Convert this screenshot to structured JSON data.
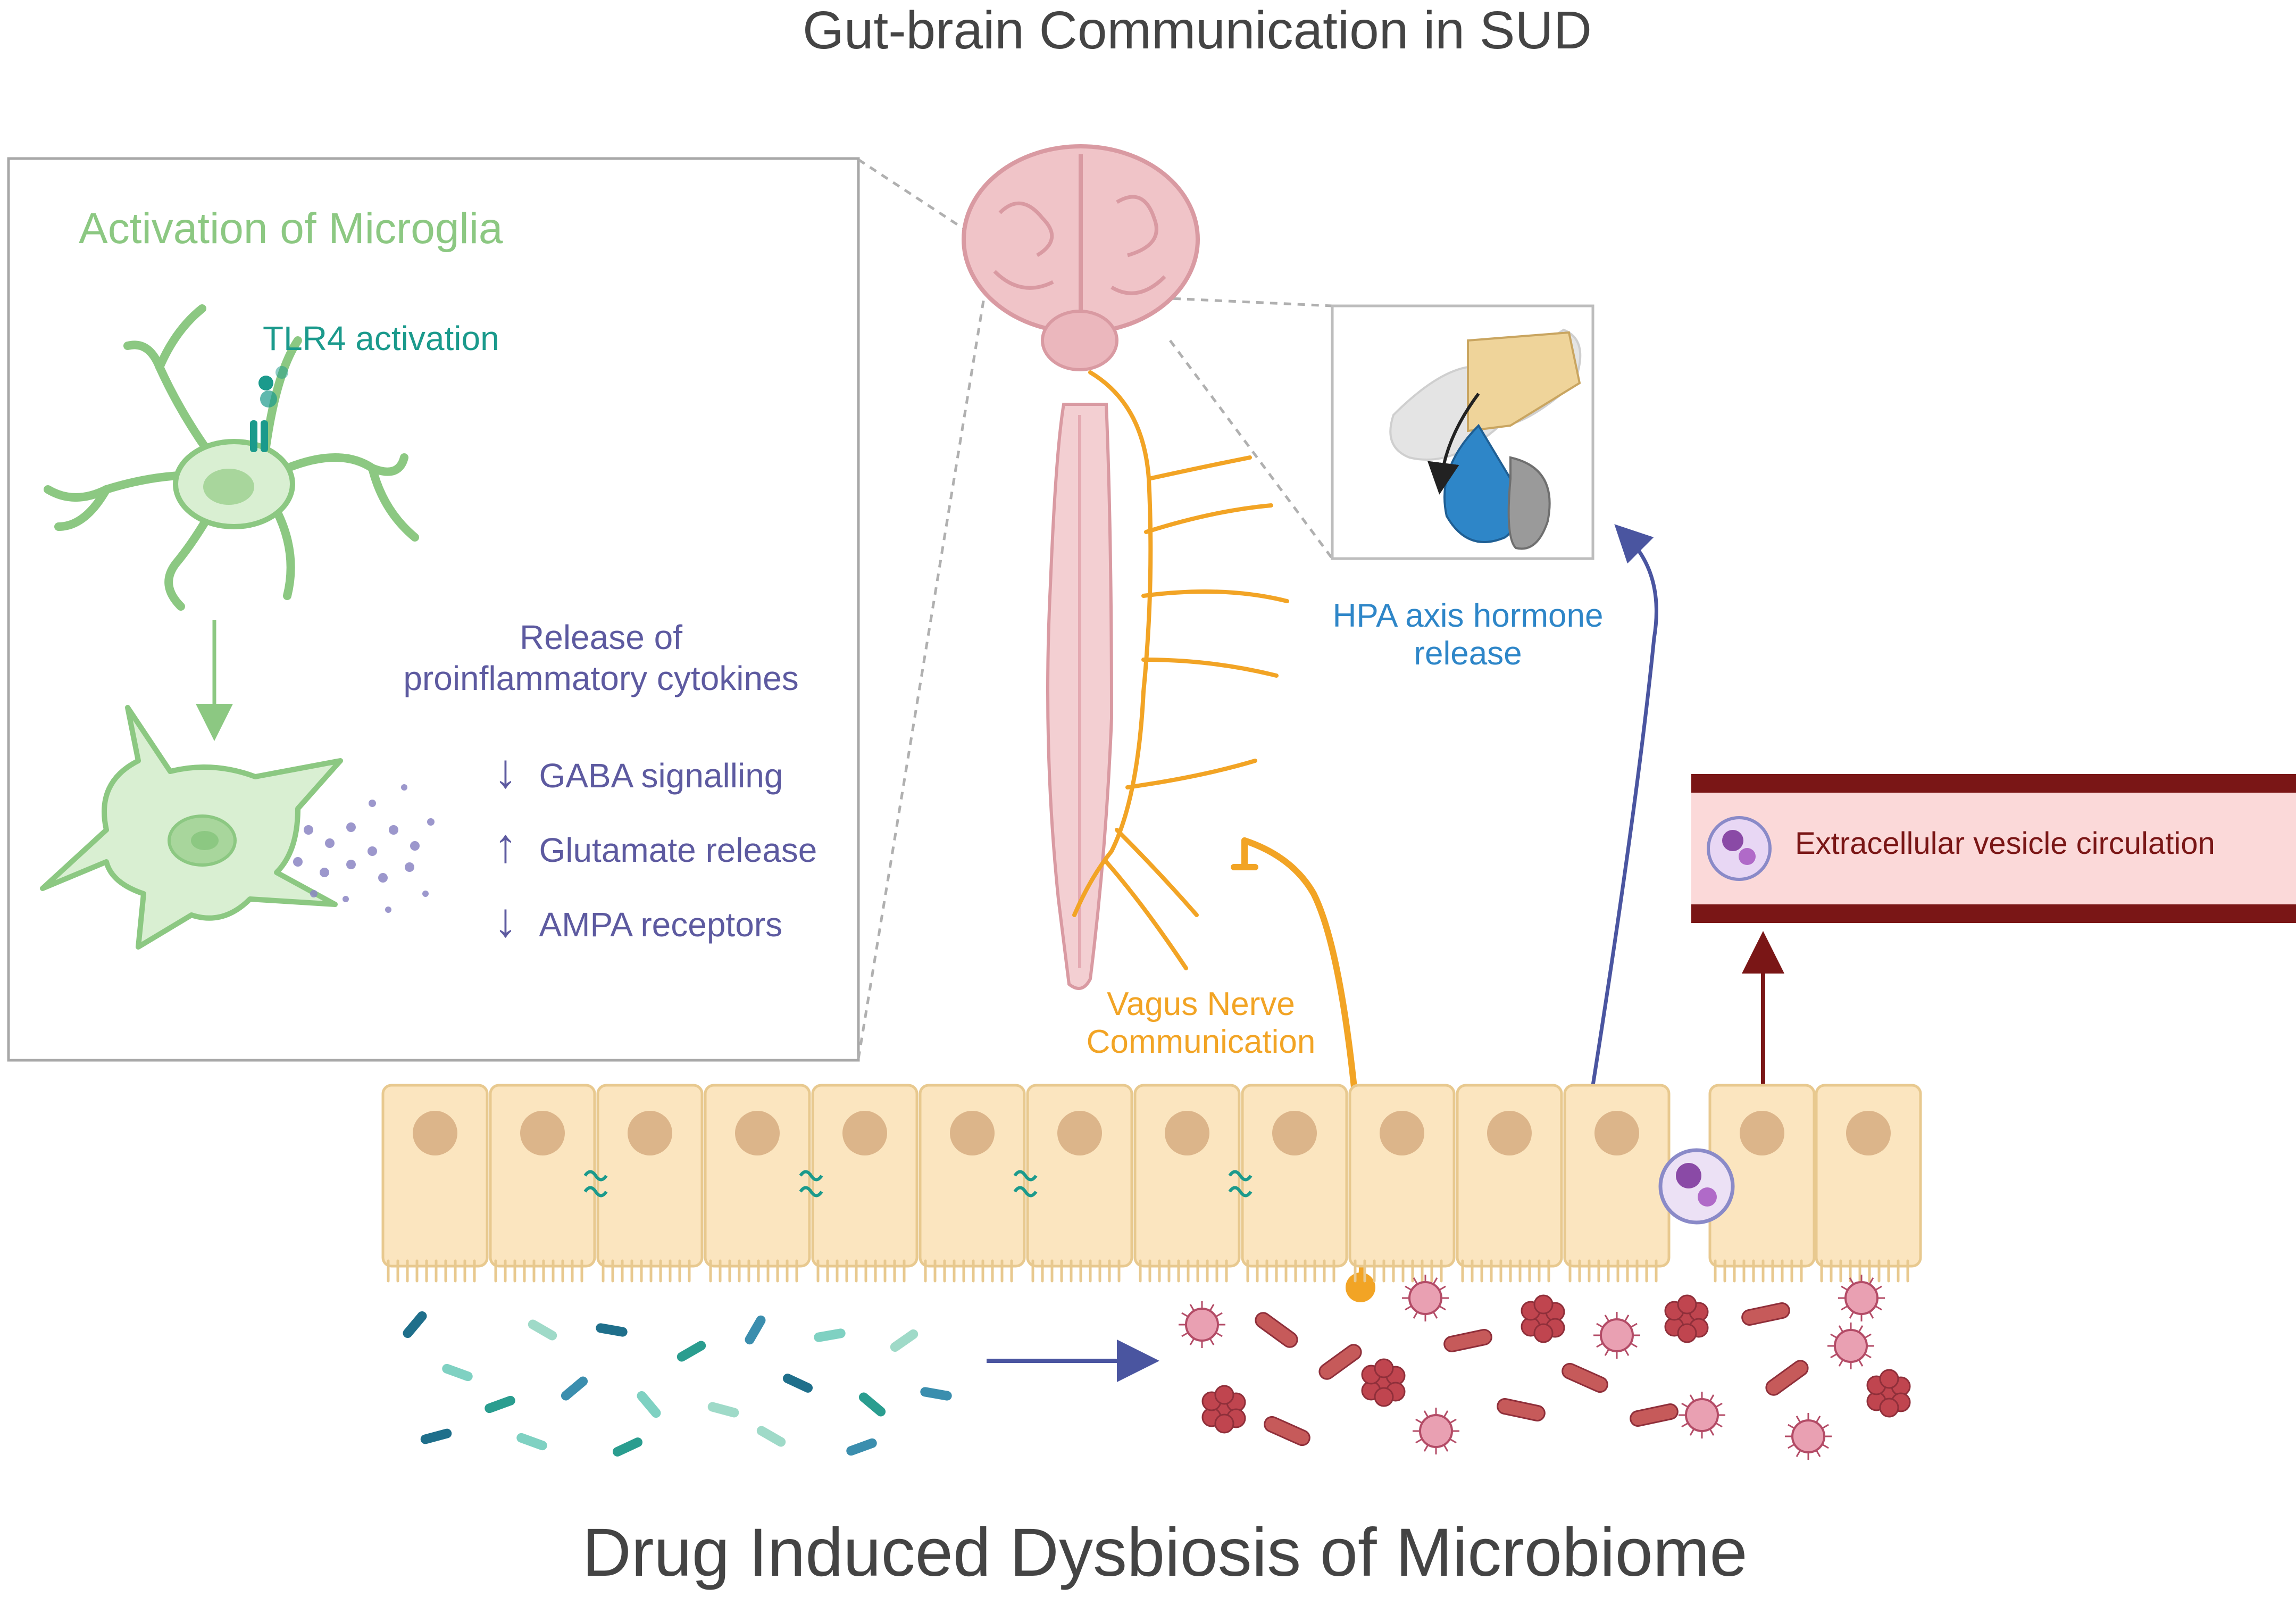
{
  "title": "Gut-brain Communication in SUD",
  "footer_title": "Drug Induced Dysbiosis of Microbiome",
  "microglia_panel": {
    "heading": "Activation of Microglia",
    "tlr4_label": "TLR4 activation",
    "release_label_line1": "Release of",
    "release_label_line2": "proinflammatory cytokines",
    "effects": [
      {
        "direction": "down",
        "label": "GABA signalling"
      },
      {
        "direction": "up",
        "label": "Glutamate release"
      },
      {
        "direction": "down",
        "label": "AMPA receptors"
      }
    ]
  },
  "pathways": {
    "vagus_line1": "Vagus Nerve",
    "vagus_line2": "Communication",
    "hpa_line1": "HPA axis hormone",
    "hpa_line2": "release",
    "vesicle_label": "Extracellular vesicle circulation"
  },
  "arrow_glyphs": {
    "down": "↓",
    "up": "↑"
  },
  "colors": {
    "title_text": "#444444",
    "microglia_green": "#8cc882",
    "tlr4_teal": "#1b9a8c",
    "cytokine_purple": "#5d5aa0",
    "vagus_orange": "#f2a425",
    "hpa_blue": "#2e86c8",
    "vessel_red": "#7a1616",
    "arrow_navy": "#4a55a0",
    "brain_pink": "#f0c4c8",
    "epithelium_beige": "#fbe5bf"
  }
}
